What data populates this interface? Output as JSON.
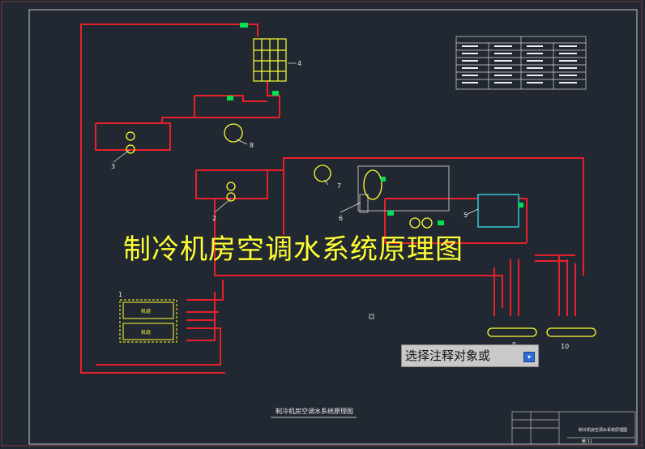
{
  "drawing": {
    "main_title": "制冷机房空调水系统原理图",
    "bottom_title": "制冷机房空调水系统原理图",
    "title_block_name": "制冷机房空调水系统原理图",
    "title_block_code": "暖-11"
  },
  "labels": {
    "chiller": "1",
    "chilled_pumps": "2",
    "cooling_pumps": "3",
    "cooling_tower": "4",
    "plate_exchanger": "5",
    "softener": "6",
    "expansion_tank": "7",
    "filter_8": "8",
    "header_9": "9",
    "header_10": "10"
  },
  "chiller_units": [
    "机组",
    "机组"
  ],
  "prompt": {
    "text": "选择注释对象或",
    "button_icon": "dropdown-arrow-icon"
  },
  "colors": {
    "background": "#222831",
    "pipe": "#e8202a",
    "equipment": "#ffff33",
    "valve": "#00e050",
    "frame": "#b8b8b8",
    "cyan": "#36d0e0"
  }
}
